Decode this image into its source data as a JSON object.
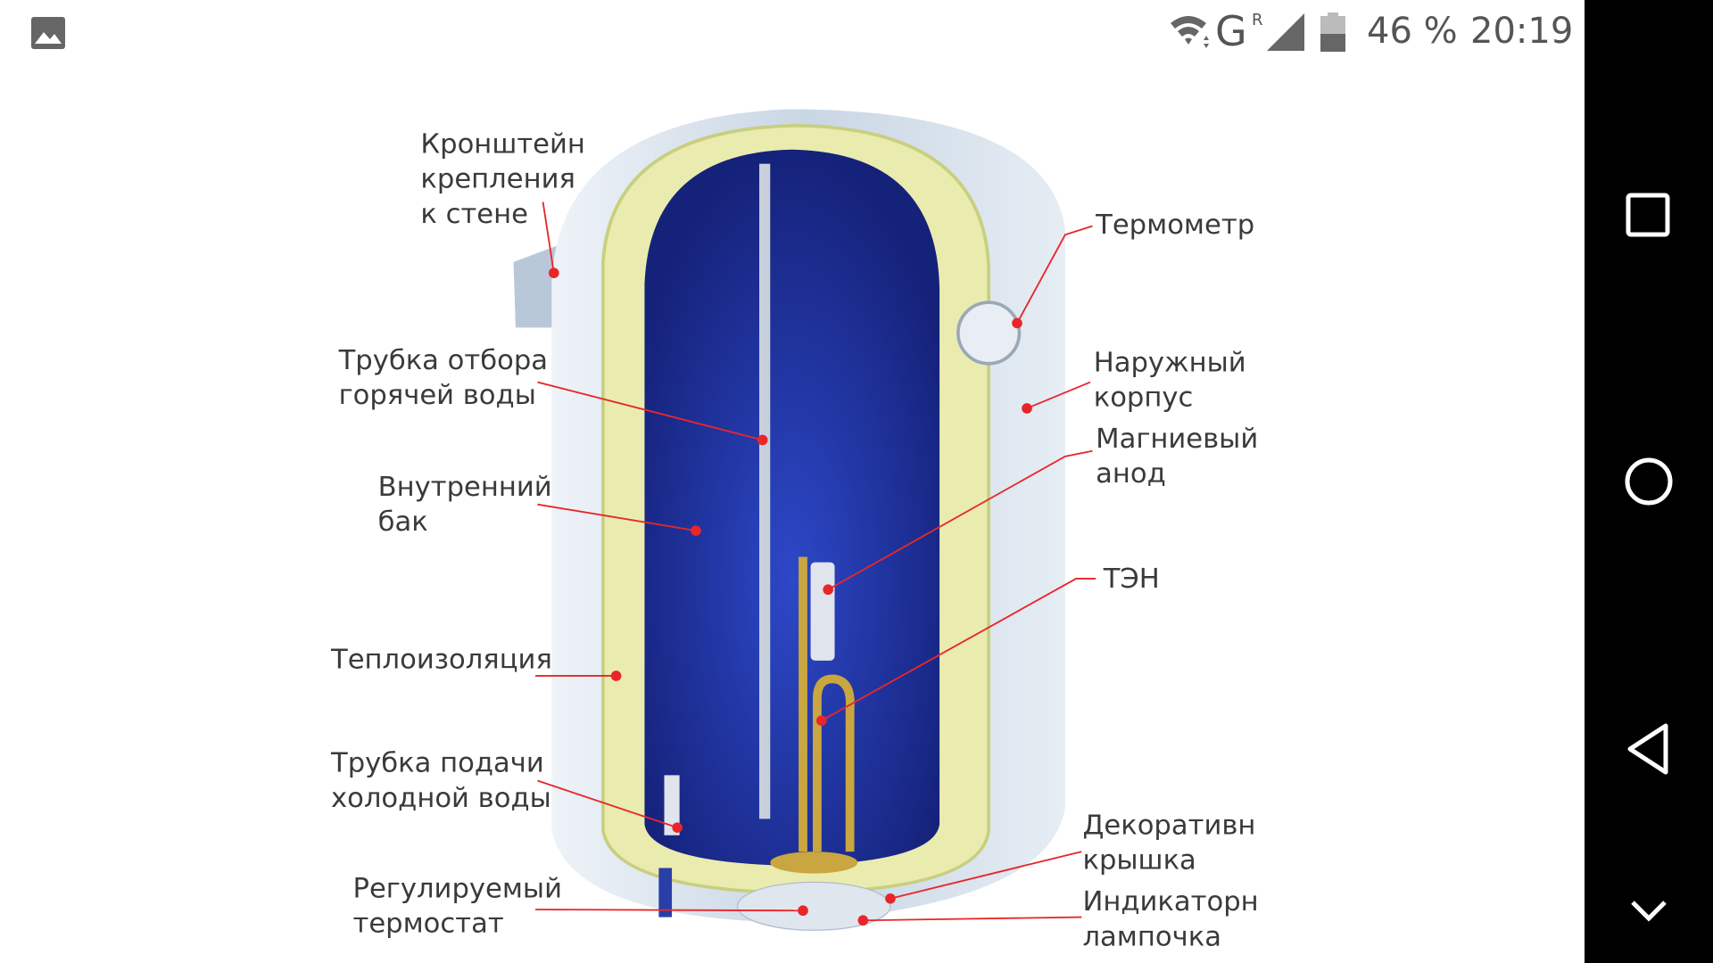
{
  "status_bar": {
    "battery_percent": "46 %",
    "time": "20:19",
    "network": "G",
    "roaming": "R",
    "icons": [
      "gallery-icon",
      "wifi-icon",
      "signal-icon",
      "battery-icon"
    ]
  },
  "diagram": {
    "labels": {
      "bracket": [
        "Кронштейн",
        "крепления",
        "к стене"
      ],
      "thermometer": [
        "Термометр"
      ],
      "hot_pipe": [
        "Трубка отбора",
        "горячей воды"
      ],
      "outer_body": [
        "Наружный",
        "корпус"
      ],
      "anode": [
        "Магниевый",
        "анод"
      ],
      "inner_tank": [
        "Внутренний",
        "бак"
      ],
      "heater": [
        "ТЭН"
      ],
      "insulation": [
        "Теплоизоляция"
      ],
      "cold_pipe": [
        "Трубка подачи",
        "холодной воды"
      ],
      "cover": [
        "Декоративн",
        "крышка"
      ],
      "thermostat": [
        "Регулируемый",
        "термостат"
      ],
      "lamp": [
        "Индикаторн",
        "лампочка"
      ]
    },
    "colors": {
      "pointer": "#e8262a",
      "tank": "#1c2f9e",
      "insulation": "#e9ecae",
      "shell": "#dde7f0"
    }
  },
  "nav_bar": {
    "buttons": [
      "recents",
      "home",
      "back",
      "hide-keyboard"
    ]
  }
}
